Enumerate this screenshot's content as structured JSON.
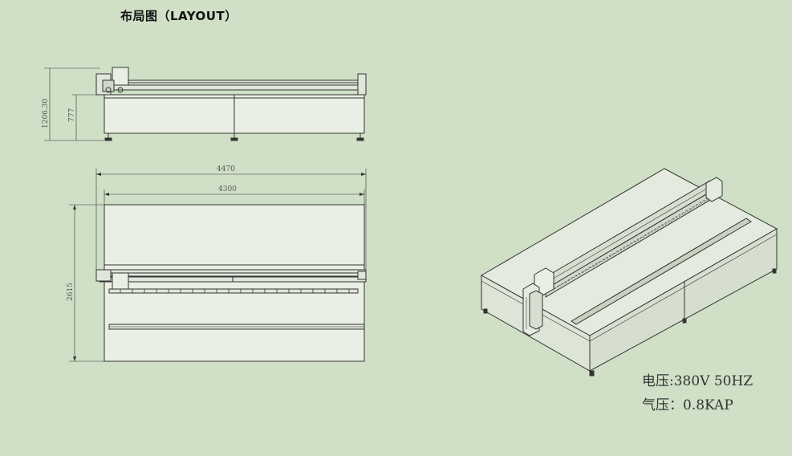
{
  "title": "布局图（LAYOUT）",
  "dimensions": {
    "total_height": "1206.30",
    "table_height": "777",
    "total_length": "4470",
    "table_length": "4300",
    "table_width": "2615"
  },
  "specs": {
    "power": "电压:380V 50HZ",
    "air": "气压：0.8KAP"
  }
}
